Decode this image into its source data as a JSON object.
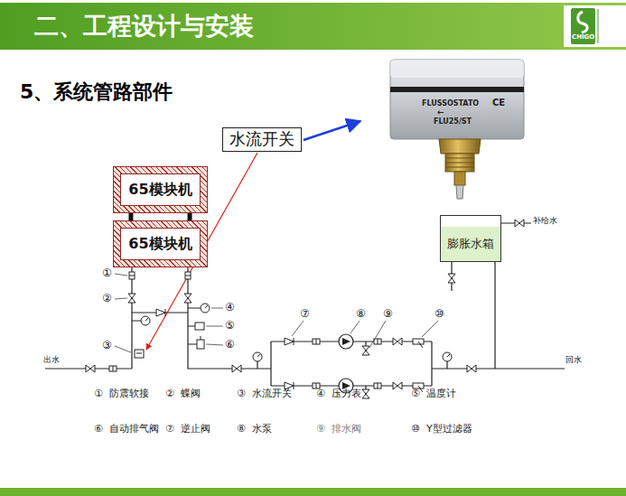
{
  "diagram": {
    "title": "二、工程设计与安装",
    "nodes": [
      {
        "text": [
          "水流开关"
        ]
      },
      {
        "text": [
          "65模块机"
        ]
      },
      {
        "text": [
          "65模块机"
        ]
      },
      {
        "text": [
          "膨胀水箱"
        ]
      }
    ],
    "edges": [
      {
        "from": 1,
        "to": 2,
        "arrow": "none"
      },
      {
        "from": 1,
        "to": 2,
        "arrow": "none"
      }
    ],
    "labels": [
      "5、系统管路部件",
      "FLUSSOSTATO",
      "←",
      "FLU25/ST",
      "CE",
      "CHIGO",
      "①",
      "②",
      "③",
      "④",
      "⑤",
      "⑥",
      "⑦",
      "⑧",
      "⑨",
      "⑩",
      "补给水",
      "出水",
      "回水",
      "①",
      "防震软接",
      "②",
      "蝶阀",
      "③",
      "水流开关",
      "④",
      "压力表",
      "⑤",
      "温度计",
      "⑥",
      "自动排气阀",
      "⑦",
      "逆止阀",
      "⑧",
      "水泵",
      "⑨",
      "排水阀",
      "⑩",
      "Y型过滤器"
    ]
  }
}
